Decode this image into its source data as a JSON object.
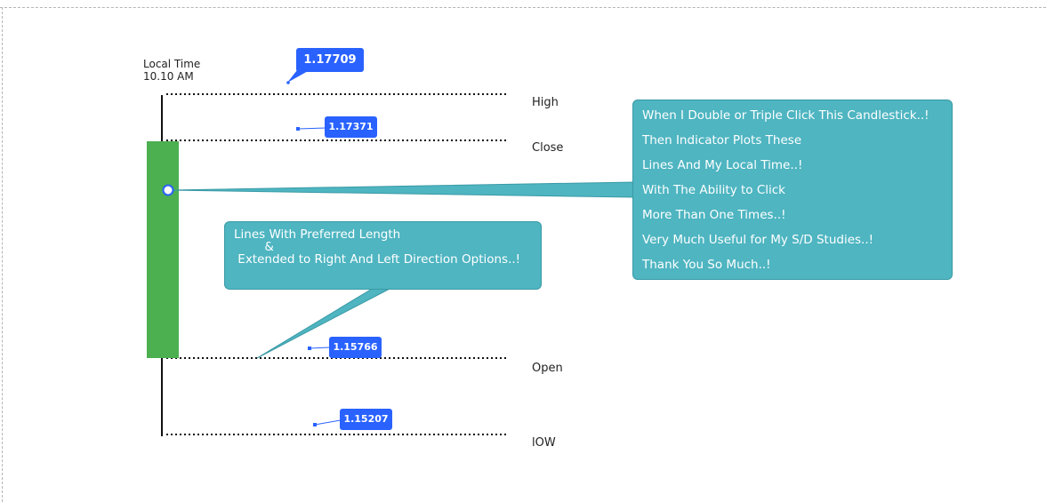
{
  "local_time": {
    "label": "Local Time",
    "value": "10.10 AM"
  },
  "levels": {
    "high": "High",
    "close": "Close",
    "open": "Open",
    "low": "lOW"
  },
  "price_tags": {
    "high": "1.17709",
    "close": "1.17371",
    "open": "1.15766",
    "low": "1.15207"
  },
  "callout_main": {
    "lines": [
      "When I Double or Triple Click This Candlestick..!",
      "Then Indicator Plots These",
      "Lines And My Local Time..!",
      "With The Ability to Click",
      "More Than One Times..!",
      "Very Much Useful for My S/D Studies..!",
      "Thank You So Much..!"
    ]
  },
  "callout_side": {
    "lines": [
      "Lines With Preferred Length",
      "        &",
      " Extended to Right And Left Direction Options..!"
    ]
  },
  "colors": {
    "candle_body": "#4caf50",
    "price_tag": "#2962ff",
    "callout_fill": "#4eb5c1",
    "callout_border": "#3a9aa6"
  },
  "icons": [
    "candle-anchor-handle-icon",
    "price-tag-anchor-dot-icon"
  ]
}
